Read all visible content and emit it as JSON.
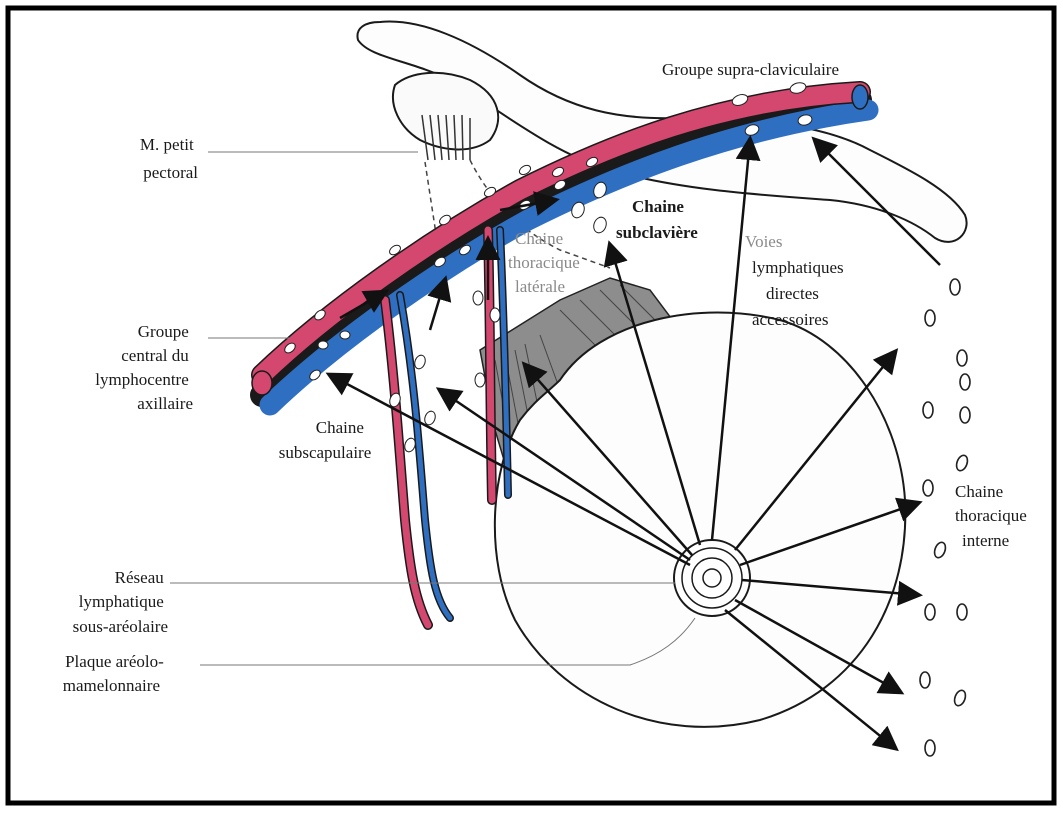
{
  "labels": {
    "supra": "Groupe supra-claviculaire",
    "petit_pectoral": [
      "M. petit",
      "pectoral"
    ],
    "subclaviere": [
      "Chaine",
      "subclavière"
    ],
    "thoracique_laterale": [
      "Chaine",
      "thoracique",
      "latérale"
    ],
    "voies": [
      "Voies",
      "lymphatiques",
      "directes",
      "accessoires"
    ],
    "groupe_central": [
      "Groupe",
      "central du",
      "lymphocentre",
      "axillaire"
    ],
    "subscapulaire": [
      "Chaine",
      "subscapulaire"
    ],
    "thoracique_interne": [
      "Chaine",
      "thoracique",
      "interne"
    ],
    "reseau": [
      "Réseau",
      "lymphatique",
      "sous-aréolaire"
    ],
    "plaque": [
      "Plaque aréolo-",
      "mamelonnaire"
    ]
  },
  "colors": {
    "artery": "#d4476f",
    "vein": "#2f6fc2",
    "outline": "#1a1a1a",
    "frame": "#000000"
  }
}
